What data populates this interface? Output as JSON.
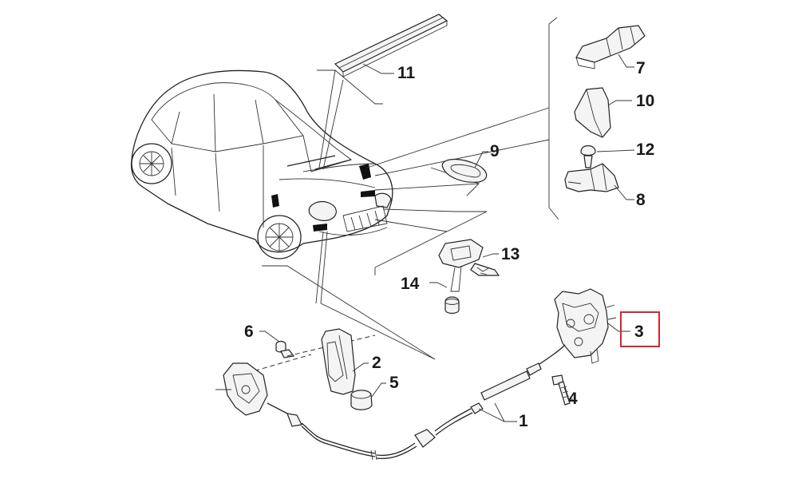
{
  "diagram": {
    "highlight_color": "#d0262b",
    "highlighted_callout": "3",
    "callouts": {
      "c1": "1",
      "c2": "2",
      "c3": "3",
      "c4": "4",
      "c5": "5",
      "c6": "6",
      "c7": "7",
      "c8": "8",
      "c9": "9",
      "c10": "10",
      "c11": "11",
      "c12": "12",
      "c13": "13",
      "c14": "14"
    }
  }
}
